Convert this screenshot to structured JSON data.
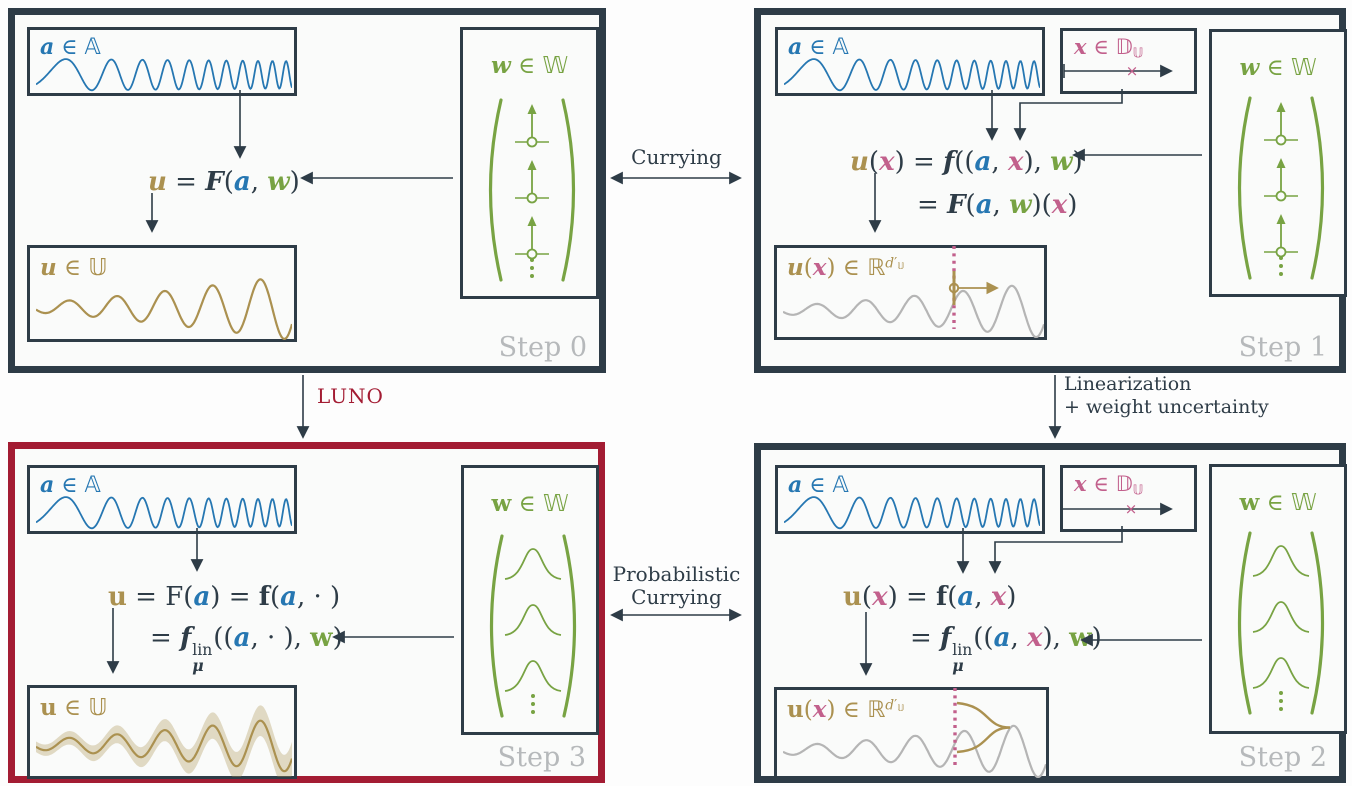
{
  "colors": {
    "dark": "#2e3c47",
    "blue": "#2677b2",
    "green": "#78a343",
    "gold": "#ab9150",
    "pink": "#c2608c",
    "crimson": "#a31c33",
    "graylabel": "#b6b9bb",
    "graywave": "#b5b5b5",
    "panelbg": "#fafbfa",
    "pagebg": "#fdfdfd"
  },
  "connectors": {
    "currying": "Currying",
    "prob_currying_line1": "Probabilistic",
    "prob_currying_line2": "Currying",
    "linearization_line1": "Linearization",
    "linearization_line2": "+ weight uncertainty",
    "luno": "LUNO",
    "axis_cross": "×"
  },
  "panels": {
    "step0": {
      "step_label": "Step 0",
      "input_label": [
        {
          "t": "a",
          "f": "bi",
          "c": "blue"
        },
        {
          "t": " ∈ ",
          "c": "blue"
        },
        {
          "t": "𝔸",
          "f": "bb",
          "c": "blue"
        }
      ],
      "weights_label": [
        {
          "t": "w",
          "f": "bi",
          "c": "green"
        },
        {
          "t": " ∈ ",
          "c": "green"
        },
        {
          "t": "𝕎",
          "f": "bb",
          "c": "green"
        }
      ],
      "output_label": [
        {
          "t": "u",
          "f": "bi",
          "c": "gold"
        },
        {
          "t": " ∈ ",
          "c": "gold"
        },
        {
          "t": "𝕌",
          "f": "bb",
          "c": "gold"
        }
      ],
      "eq1": [
        {
          "t": "u",
          "f": "bi",
          "c": "gold"
        },
        {
          "t": " = ",
          "c": "dark"
        },
        {
          "t": "F",
          "f": "bi",
          "c": "dark"
        },
        {
          "t": "(",
          "c": "dark"
        },
        {
          "t": "a",
          "f": "bi",
          "c": "blue"
        },
        {
          "t": ", ",
          "c": "dark"
        },
        {
          "t": "w",
          "f": "bi",
          "c": "green"
        },
        {
          "t": ")",
          "c": "dark"
        }
      ]
    },
    "step1": {
      "step_label": "Step 1",
      "input_label": [
        {
          "t": "a",
          "f": "bi",
          "c": "blue"
        },
        {
          "t": " ∈ ",
          "c": "blue"
        },
        {
          "t": "𝔸",
          "f": "bb",
          "c": "blue"
        }
      ],
      "query_label": [
        {
          "t": "x",
          "f": "bi",
          "c": "pink"
        },
        {
          "t": " ∈ ",
          "c": "pink"
        },
        {
          "t": "𝔻",
          "f": "bb",
          "c": "pink"
        },
        {
          "sub": [
            {
              "t": "𝕌",
              "f": "bb"
            }
          ],
          "c": "pink"
        }
      ],
      "weights_label": [
        {
          "t": "w",
          "f": "bi",
          "c": "green"
        },
        {
          "t": " ∈ ",
          "c": "green"
        },
        {
          "t": "𝕎",
          "f": "bb",
          "c": "green"
        }
      ],
      "eq1": [
        {
          "t": "u",
          "f": "bi",
          "c": "gold"
        },
        {
          "t": "(",
          "c": "dark"
        },
        {
          "t": "x",
          "f": "bi",
          "c": "pink"
        },
        {
          "t": ")",
          "c": "dark"
        },
        {
          "t": " = ",
          "c": "dark"
        },
        {
          "t": "f",
          "f": "bi",
          "c": "dark"
        },
        {
          "t": "((",
          "c": "dark"
        },
        {
          "t": "a",
          "f": "bi",
          "c": "blue"
        },
        {
          "t": ", ",
          "c": "dark"
        },
        {
          "t": "x",
          "f": "bi",
          "c": "pink"
        },
        {
          "t": "), ",
          "c": "dark"
        },
        {
          "t": "w",
          "f": "bi",
          "c": "green"
        },
        {
          "t": ")",
          "c": "dark"
        }
      ],
      "eq2": [
        {
          "t": "= ",
          "c": "dark"
        },
        {
          "t": "F",
          "f": "bi",
          "c": "dark"
        },
        {
          "t": "(",
          "c": "dark"
        },
        {
          "t": "a",
          "f": "bi",
          "c": "blue"
        },
        {
          "t": ", ",
          "c": "dark"
        },
        {
          "t": "w",
          "f": "bi",
          "c": "green"
        },
        {
          "t": ")(",
          "c": "dark"
        },
        {
          "t": "x",
          "f": "bi",
          "c": "pink"
        },
        {
          "t": ")",
          "c": "dark"
        }
      ],
      "output_label": [
        {
          "t": "u",
          "f": "bi",
          "c": "gold"
        },
        {
          "t": "(",
          "c": "gold"
        },
        {
          "t": "x",
          "f": "bi",
          "c": "pink"
        },
        {
          "t": ")",
          "c": "gold"
        },
        {
          "t": " ∈ ",
          "c": "gold"
        },
        {
          "t": "ℝ",
          "f": "bb",
          "c": "gold"
        },
        {
          "sup": [
            {
              "t": "d",
              "f": "i"
            },
            {
              "t": "′"
            },
            {
              "sub": [
                {
                  "t": "𝕌",
                  "f": "bb"
                }
              ]
            }
          ],
          "c": "gold"
        }
      ]
    },
    "step3": {
      "step_label": "Step 3",
      "input_label": [
        {
          "t": "a",
          "f": "bi",
          "c": "blue"
        },
        {
          "t": " ∈ ",
          "c": "blue"
        },
        {
          "t": "𝔸",
          "f": "bb",
          "c": "blue"
        }
      ],
      "weights_label": [
        {
          "t": "w",
          "f": "b",
          "c": "green"
        },
        {
          "t": " ∈ ",
          "c": "green"
        },
        {
          "t": "𝕎",
          "f": "bb",
          "c": "green"
        }
      ],
      "output_label": [
        {
          "t": "u",
          "f": "b",
          "c": "gold"
        },
        {
          "t": " ∈ ",
          "c": "gold"
        },
        {
          "t": "𝕌",
          "f": "bb",
          "c": "gold"
        }
      ],
      "eq1": [
        {
          "t": "u",
          "f": "b",
          "c": "gold"
        },
        {
          "t": " = ",
          "c": "dark"
        },
        {
          "t": "F",
          "f": "r",
          "c": "dark"
        },
        {
          "t": "(",
          "c": "dark"
        },
        {
          "t": "a",
          "f": "bi",
          "c": "blue"
        },
        {
          "t": ") = ",
          "c": "dark"
        },
        {
          "t": "f",
          "f": "b",
          "c": "dark"
        },
        {
          "t": "(",
          "c": "dark"
        },
        {
          "t": "a",
          "f": "bi",
          "c": "blue"
        },
        {
          "t": ", · )",
          "c": "dark"
        }
      ],
      "eq2": [
        {
          "t": "= ",
          "c": "dark"
        },
        {
          "t": "f",
          "f": "bi",
          "c": "dark",
          "sup": [
            {
              "t": "lin",
              "f": "r"
            }
          ],
          "sub": [
            {
              "t": "μ",
              "f": "bi"
            }
          ]
        },
        {
          "t": "((",
          "c": "dark"
        },
        {
          "t": "a",
          "f": "bi",
          "c": "blue"
        },
        {
          "t": ", · ), ",
          "c": "dark"
        },
        {
          "t": "w",
          "f": "b",
          "c": "green"
        },
        {
          "t": ")",
          "c": "dark"
        }
      ]
    },
    "step2": {
      "step_label": "Step 2",
      "input_label": [
        {
          "t": "a",
          "f": "bi",
          "c": "blue"
        },
        {
          "t": " ∈ ",
          "c": "blue"
        },
        {
          "t": "𝔸",
          "f": "bb",
          "c": "blue"
        }
      ],
      "query_label": [
        {
          "t": "x",
          "f": "bi",
          "c": "pink"
        },
        {
          "t": " ∈ ",
          "c": "pink"
        },
        {
          "t": "𝔻",
          "f": "bb",
          "c": "pink"
        },
        {
          "sub": [
            {
              "t": "𝕌",
              "f": "bb"
            }
          ],
          "c": "pink"
        }
      ],
      "weights_label": [
        {
          "t": "w",
          "f": "b",
          "c": "green"
        },
        {
          "t": " ∈ ",
          "c": "green"
        },
        {
          "t": "𝕎",
          "f": "bb",
          "c": "green"
        }
      ],
      "eq1": [
        {
          "t": "u",
          "f": "b",
          "c": "gold"
        },
        {
          "t": "(",
          "c": "dark"
        },
        {
          "t": "x",
          "f": "bi",
          "c": "pink"
        },
        {
          "t": ") = ",
          "c": "dark"
        },
        {
          "t": "f",
          "f": "b",
          "c": "dark"
        },
        {
          "t": "(",
          "c": "dark"
        },
        {
          "t": "a",
          "f": "bi",
          "c": "blue"
        },
        {
          "t": ", ",
          "c": "dark"
        },
        {
          "t": "x",
          "f": "bi",
          "c": "pink"
        },
        {
          "t": ")",
          "c": "dark"
        }
      ],
      "eq2": [
        {
          "t": "= ",
          "c": "dark"
        },
        {
          "t": "f",
          "f": "bi",
          "c": "dark",
          "sup": [
            {
              "t": "lin",
              "f": "r"
            }
          ],
          "sub": [
            {
              "t": "μ",
              "f": "bi"
            }
          ]
        },
        {
          "t": "((",
          "c": "dark"
        },
        {
          "t": "a",
          "f": "bi",
          "c": "blue"
        },
        {
          "t": ", ",
          "c": "dark"
        },
        {
          "t": "x",
          "f": "bi",
          "c": "pink"
        },
        {
          "t": "), ",
          "c": "dark"
        },
        {
          "t": "w",
          "f": "b",
          "c": "green"
        },
        {
          "t": ")",
          "c": "dark"
        }
      ],
      "output_label": [
        {
          "t": "u",
          "f": "b",
          "c": "gold"
        },
        {
          "t": "(",
          "c": "gold"
        },
        {
          "t": "x",
          "f": "bi",
          "c": "pink"
        },
        {
          "t": ")",
          "c": "gold"
        },
        {
          "t": " ∈ ",
          "c": "gold"
        },
        {
          "t": "ℝ",
          "f": "bb",
          "c": "gold"
        },
        {
          "sup": [
            {
              "t": "d",
              "f": "i"
            },
            {
              "t": "′"
            },
            {
              "sub": [
                {
                  "t": "𝕌",
                  "f": "bb"
                }
              ]
            }
          ],
          "c": "gold"
        }
      ]
    }
  }
}
